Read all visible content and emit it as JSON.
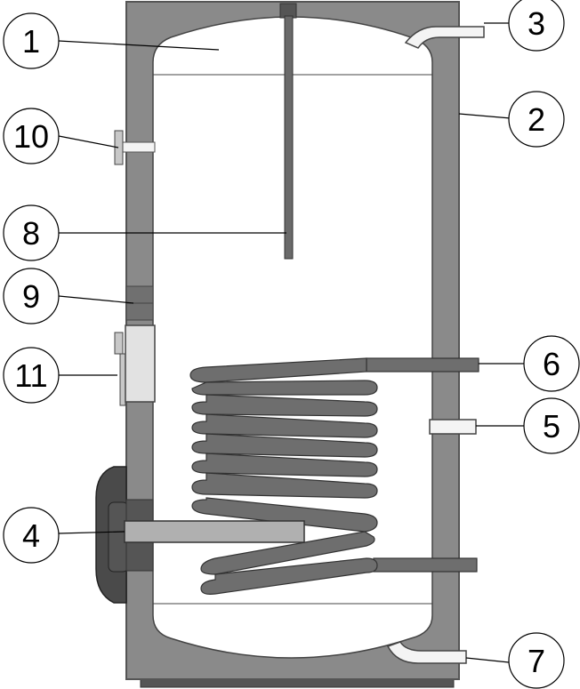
{
  "diagram": {
    "callouts": [
      {
        "id": "c1",
        "label": "1"
      },
      {
        "id": "c2",
        "label": "2"
      },
      {
        "id": "c3",
        "label": "3"
      },
      {
        "id": "c4",
        "label": "4"
      },
      {
        "id": "c5",
        "label": "5"
      },
      {
        "id": "c6",
        "label": "6"
      },
      {
        "id": "c7",
        "label": "7"
      },
      {
        "id": "c8",
        "label": "8"
      },
      {
        "id": "c9",
        "label": "9"
      },
      {
        "id": "c10",
        "label": "10"
      },
      {
        "id": "c11",
        "label": "11"
      }
    ],
    "colors": {
      "insulation": "#8a8a8a",
      "outline": "#555555",
      "tank": "#ffffff",
      "coil": "#6e6e6e",
      "flange": "#4a4a4a",
      "pipe_light": "#f4f4f4",
      "rod": "#b0b0b0"
    }
  }
}
